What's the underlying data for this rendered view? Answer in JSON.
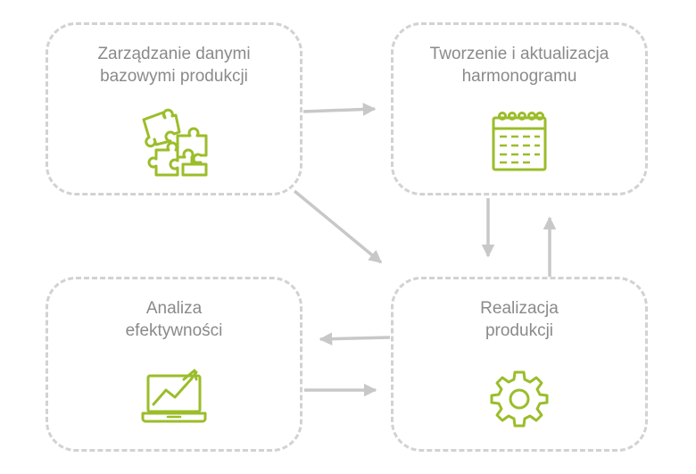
{
  "nodes": {
    "base_data": {
      "title": "Zarządzanie danymi\nbazowymi produkcji",
      "icon": "puzzle-icon"
    },
    "schedule": {
      "title": "Tworzenie i aktualizacja\nharmonogramu",
      "icon": "calendar-icon"
    },
    "analysis": {
      "title": "Analiza\nefektywności",
      "icon": "laptop-chart-icon"
    },
    "realization": {
      "title": "Realizacja\nprodukcji",
      "icon": "gear-icon"
    }
  },
  "colors": {
    "border": "#d2d2d2",
    "text": "#8a8a8a",
    "icon": "#9bbd2a",
    "arrow": "#c8c8c8"
  },
  "connections": [
    {
      "from": "base_data",
      "to": "schedule"
    },
    {
      "from": "base_data",
      "to": "realization"
    },
    {
      "from": "schedule",
      "to": "realization"
    },
    {
      "from": "realization",
      "to": "schedule"
    },
    {
      "from": "realization",
      "to": "analysis"
    },
    {
      "from": "analysis",
      "to": "realization"
    }
  ]
}
